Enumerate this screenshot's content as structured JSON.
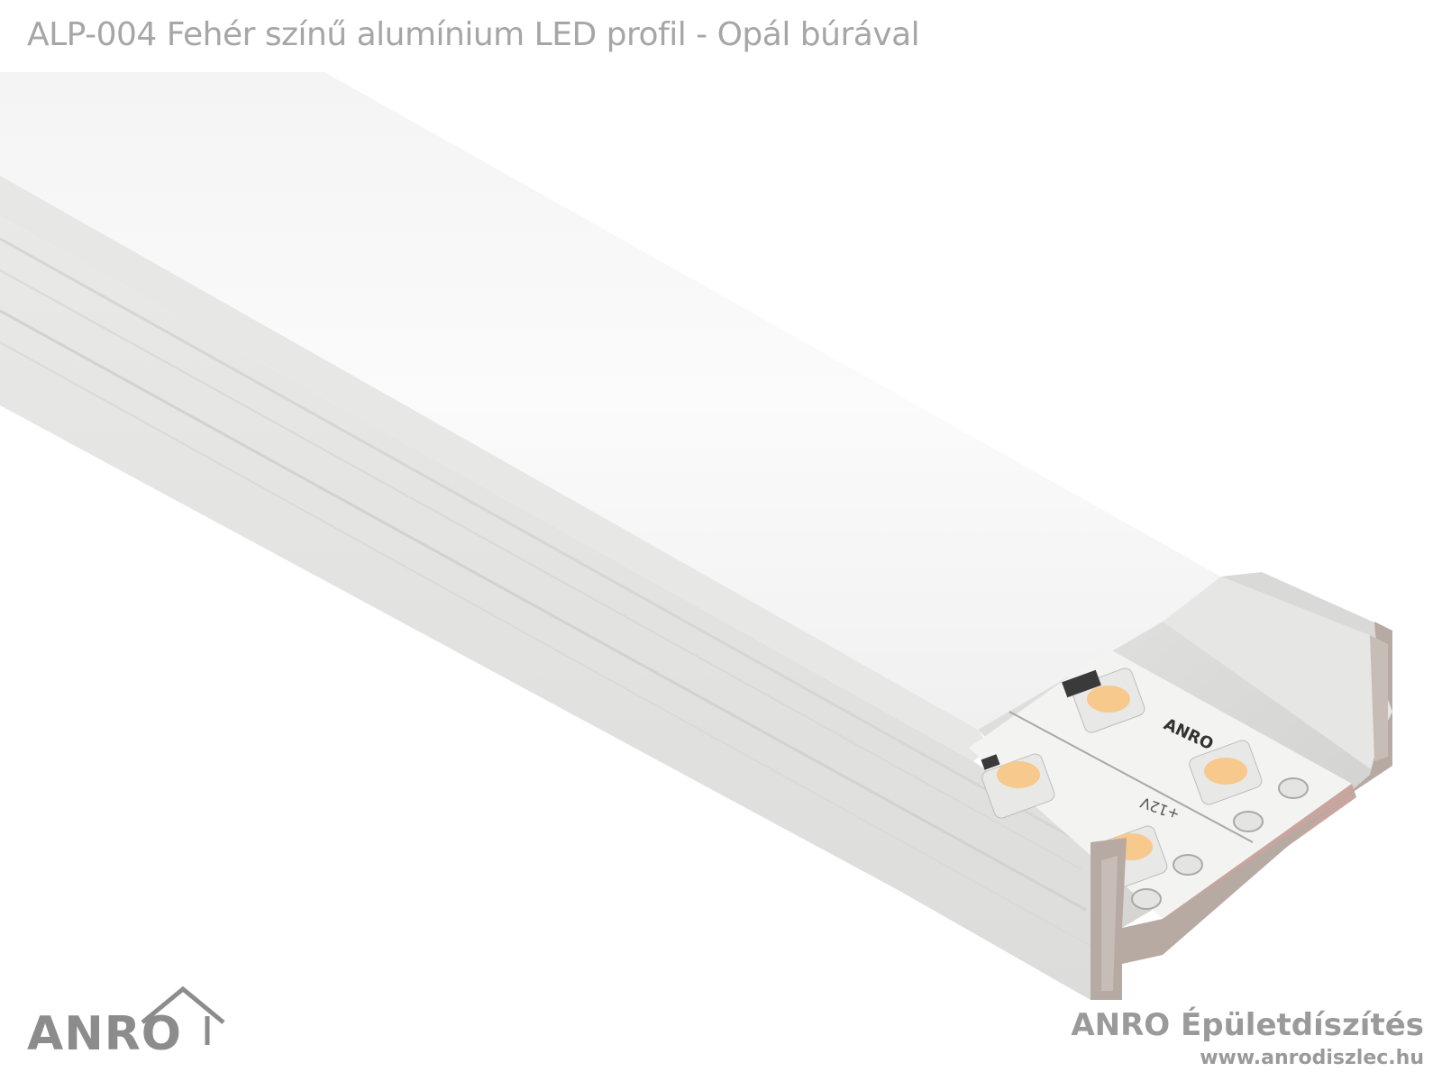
{
  "product": {
    "title": "ALP-004 Fehér színű alumínium LED profil - Opál búrával"
  },
  "brand": {
    "logo_text": "ANRO",
    "company_name": "ANRO Épületdíszítés",
    "website": "www.anrodiszlec.hu"
  },
  "strip": {
    "label": "ANRO",
    "voltage": "+12V",
    "minus": "-"
  },
  "colors": {
    "profile": "#eeeeec",
    "diffuser": "#fafafa",
    "pcb": "#f2f2f2",
    "led": "#f7c98c",
    "title_text": "#a6a6a6"
  }
}
